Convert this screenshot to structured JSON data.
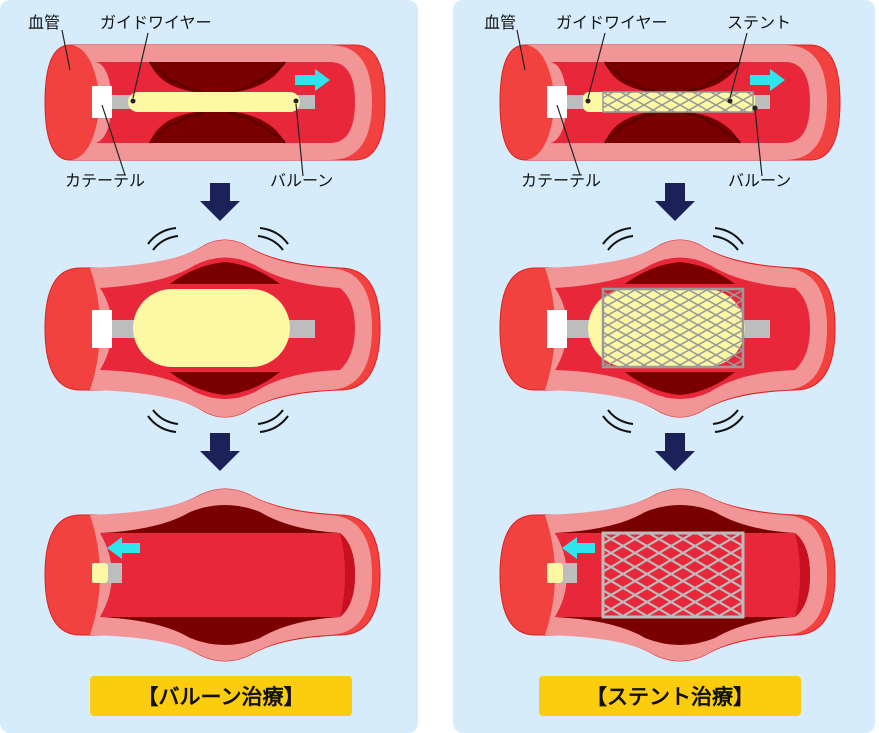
{
  "colors": {
    "panel_bg": "#d6ecfb",
    "vessel_outer": "#f2423f",
    "vessel_wall": "#f29596",
    "vessel_lumen": "#e8283a",
    "plaque": "#7a0000",
    "balloon": "#fcf8a4",
    "wire": "#bdbdbd",
    "arrow_down": "#1c2257",
    "arrow_cyan": "#2fe4ec",
    "title_bg": "#fccd0e"
  },
  "left": {
    "labels": {
      "vessel": "血管",
      "guidewire": "ガイドワイヤー",
      "catheter": "カテーテル",
      "balloon": "バルーン"
    },
    "title": "【バルーン治療】"
  },
  "right": {
    "labels": {
      "vessel": "血管",
      "guidewire": "ガイドワイヤー",
      "stent": "ステント",
      "catheter": "カテーテル",
      "balloon": "バルーン"
    },
    "title": "【ステント治療】"
  }
}
